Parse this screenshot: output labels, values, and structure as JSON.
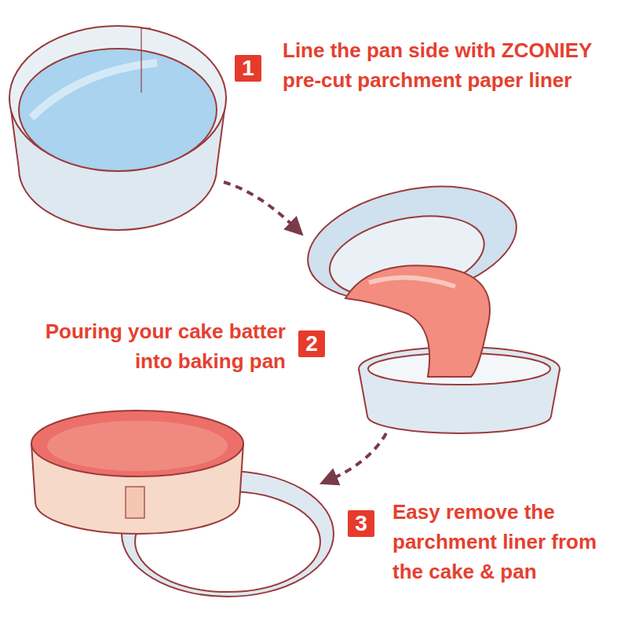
{
  "diagram": {
    "nodes": [
      {
        "text": [
          "1"
        ]
      },
      {
        "text": [
          "2"
        ]
      },
      {
        "text": [
          "3"
        ]
      }
    ],
    "labels": [
      "Line the pan side with ZCONIEY pre-cut parchment paper liner",
      "Pouring your cake batter into baking pan",
      "Easy remove the parchment liner from the cake & pan"
    ]
  }
}
